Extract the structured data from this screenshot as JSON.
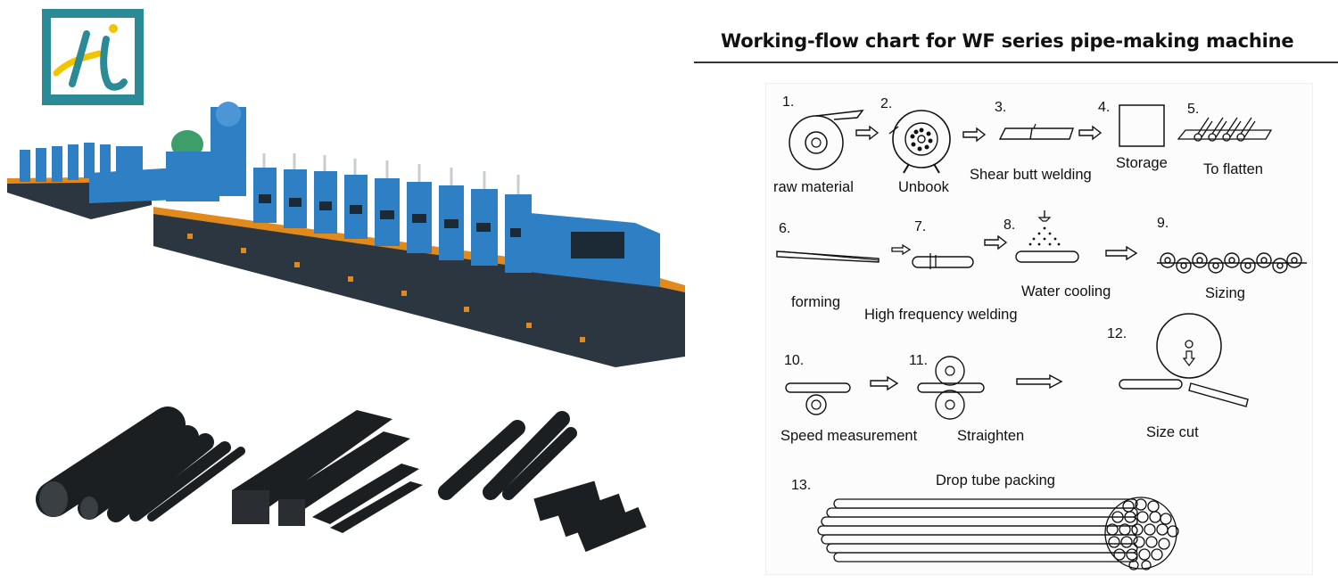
{
  "diagram": {
    "title": "Working-flow chart for WF series pipe-making machine",
    "steps": [
      {
        "num": "1.",
        "label": "raw material"
      },
      {
        "num": "2.",
        "label": "Unbook"
      },
      {
        "num": "3.",
        "label": "Shear butt welding"
      },
      {
        "num": "4.",
        "label": "Storage"
      },
      {
        "num": "5.",
        "label": "To flatten"
      },
      {
        "num": "6.",
        "label": "forming"
      },
      {
        "num": "7.",
        "label": "High frequency welding"
      },
      {
        "num": "8.",
        "label": "Water cooling"
      },
      {
        "num": "9.",
        "label": "Sizing"
      },
      {
        "num": "10.",
        "label": "Speed measurement"
      },
      {
        "num": "11.",
        "label": "Straighten"
      },
      {
        "num": "12.",
        "label": "Size cut"
      },
      {
        "num": "13.",
        "label": "Drop tube packing"
      }
    ]
  },
  "colors": {
    "machine_blue": "#2f7fc4",
    "machine_base": "#2b3640",
    "machine_trim": "#e08a1e",
    "logo_teal": "#2a8a95",
    "logo_yellow": "#f2c400",
    "pipe_dark": "#1c1f22"
  }
}
